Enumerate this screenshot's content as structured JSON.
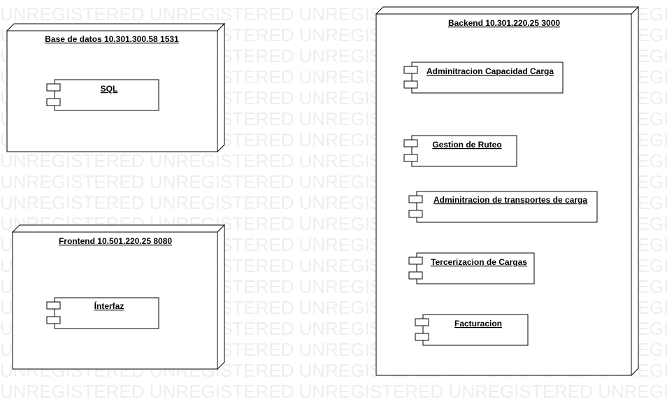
{
  "watermark": {
    "text": "UNREGISTERED UNREGISTERED UNREGISTERED UNREGISTERED UNREGISTERED"
  },
  "nodes": [
    {
      "id": "db",
      "title": "Base de datos 10.301.300.58 1531"
    },
    {
      "id": "frontend",
      "title": "Frontend 10.501.220.25 8080"
    },
    {
      "id": "backend",
      "title": "Backend 10.301.220.25 3000"
    }
  ],
  "components": [
    {
      "id": "sql",
      "label": "SQL"
    },
    {
      "id": "interfaz",
      "label": "Ínterfaz"
    },
    {
      "id": "capacidad",
      "label": "Adminitracion Capacidad Carga"
    },
    {
      "id": "ruteo",
      "label": "Gestion de Ruteo"
    },
    {
      "id": "transportes",
      "label": "Adminitracion de transportes de carga"
    },
    {
      "id": "tercerizacion",
      "label": "Tercerizacion de Cargas"
    },
    {
      "id": "facturacion",
      "label": "Facturacion"
    }
  ]
}
